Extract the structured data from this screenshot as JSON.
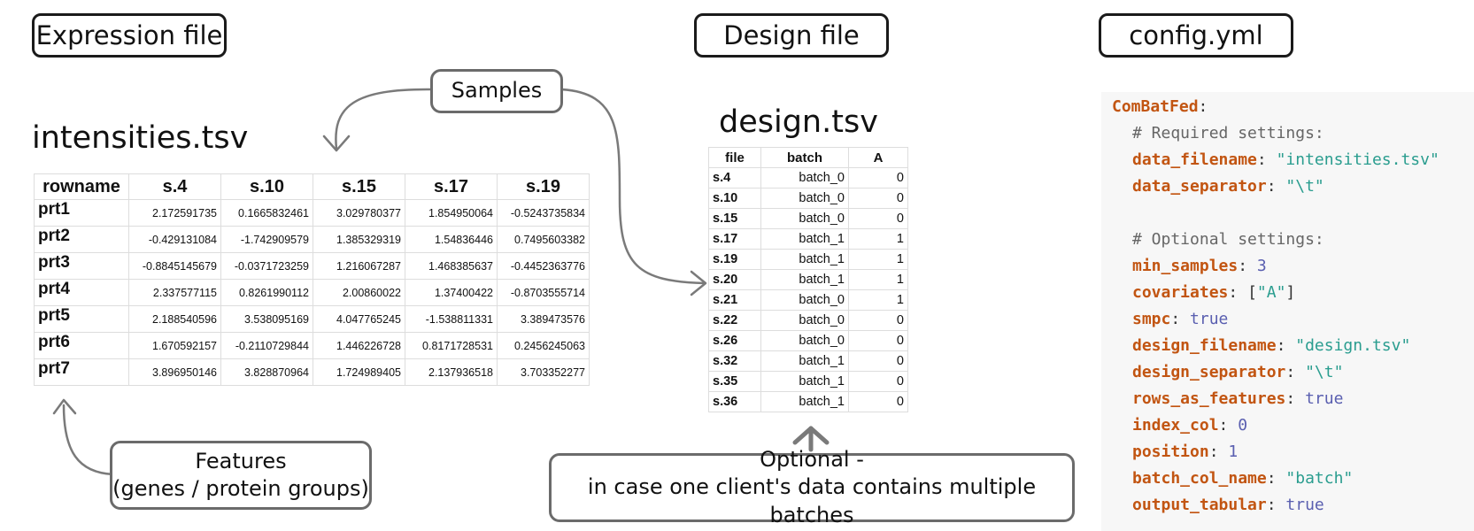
{
  "headers": {
    "expression": "Expression file",
    "design": "Design file",
    "config": "config.yml"
  },
  "callouts": {
    "samples": "Samples",
    "features_line1": "Features",
    "features_line2": "(genes / protein groups)",
    "optional_line1": "Optional -",
    "optional_line2": "in case one client's data contains multiple batches"
  },
  "expression_table": {
    "filename": "intensities.tsv",
    "columns": [
      "rowname",
      "s.4",
      "s.10",
      "s.15",
      "s.17",
      "s.19"
    ],
    "rows": [
      [
        "prt1",
        "2.172591735",
        "0.1665832461",
        "3.029780377",
        "1.854950064",
        "-0.5243735834"
      ],
      [
        "prt2",
        "-0.429131084",
        "-1.742909579",
        "1.385329319",
        "1.54836446",
        "0.7495603382"
      ],
      [
        "prt3",
        "-0.8845145679",
        "-0.0371723259",
        "1.216067287",
        "1.468385637",
        "-0.4452363776"
      ],
      [
        "prt4",
        "2.337577115",
        "0.8261990112",
        "2.00860022",
        "1.37400422",
        "-0.8703555714"
      ],
      [
        "prt5",
        "2.188540596",
        "3.538095169",
        "4.047765245",
        "-1.538811331",
        "3.389473576"
      ],
      [
        "prt6",
        "1.670592157",
        "-0.2110729844",
        "1.446226728",
        "0.8171728531",
        "0.2456245063"
      ],
      [
        "prt7",
        "3.896950146",
        "3.828870964",
        "1.724989405",
        "2.137936518",
        "3.703352277"
      ]
    ]
  },
  "design_table": {
    "filename": "design.tsv",
    "columns": [
      "file",
      "batch",
      "A"
    ],
    "rows": [
      [
        "s.4",
        "batch_0",
        "0"
      ],
      [
        "s.10",
        "batch_0",
        "0"
      ],
      [
        "s.15",
        "batch_0",
        "0"
      ],
      [
        "s.17",
        "batch_1",
        "1"
      ],
      [
        "s.19",
        "batch_1",
        "1"
      ],
      [
        "s.20",
        "batch_1",
        "1"
      ],
      [
        "s.21",
        "batch_0",
        "1"
      ],
      [
        "s.22",
        "batch_0",
        "0"
      ],
      [
        "s.26",
        "batch_0",
        "0"
      ],
      [
        "s.32",
        "batch_1",
        "0"
      ],
      [
        "s.35",
        "batch_1",
        "0"
      ],
      [
        "s.36",
        "batch_1",
        "0"
      ]
    ]
  },
  "config": {
    "root_key": "ComBatFed",
    "comment_required": "# Required settings:",
    "comment_optional": "# Optional settings:",
    "settings": {
      "data_filename": {
        "key": "data_filename",
        "value": "\"intensities.tsv\""
      },
      "data_separator": {
        "key": "data_separator",
        "value": "\"\\t\""
      },
      "min_samples": {
        "key": "min_samples",
        "value": "3"
      },
      "covariates_open": "[",
      "covariates_item": "\"A\"",
      "covariates_close": "]",
      "covariates_key": "covariates",
      "smpc": {
        "key": "smpc",
        "value": "true"
      },
      "design_filename": {
        "key": "design_filename",
        "value": "\"design.tsv\""
      },
      "design_separator": {
        "key": "design_separator",
        "value": "\"\\t\""
      },
      "rows_as_features": {
        "key": "rows_as_features",
        "value": "true"
      },
      "index_col": {
        "key": "index_col",
        "value": "0"
      },
      "position": {
        "key": "position",
        "value": "1"
      },
      "batch_col_name": {
        "key": "batch_col_name",
        "value": "\"batch\""
      },
      "output_tabular": {
        "key": "output_tabular",
        "value": "true"
      }
    }
  }
}
